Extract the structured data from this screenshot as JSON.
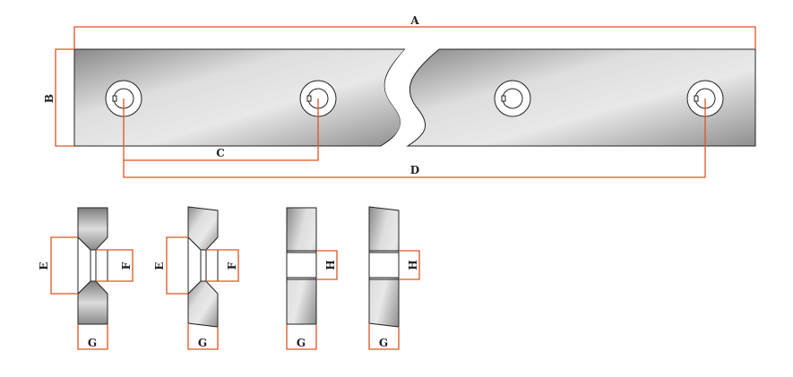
{
  "labels": {
    "A": "A",
    "B": "B",
    "C": "C",
    "D": "D",
    "E": "E",
    "F": "F",
    "G": "G",
    "H": "H"
  },
  "colors": {
    "dimension_line": "#e0531f",
    "outline": "#222222",
    "steel_light": "#ececec",
    "steel_dark": "#8a8a8a"
  }
}
